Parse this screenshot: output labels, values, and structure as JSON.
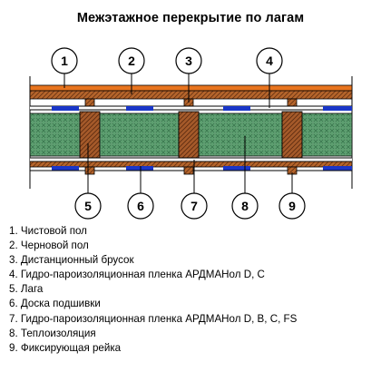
{
  "title": "Межэтажное перекрытие по лагам",
  "callouts_top": [
    "1",
    "2",
    "3",
    "4"
  ],
  "callouts_bottom": [
    "5",
    "6",
    "7",
    "8",
    "9"
  ],
  "legend": [
    "1. Чистовой пол",
    "2. Черновой пол",
    "3. Дистанционный брусок",
    "4. Гидро-пароизоляционная пленка АРДМАНол D, C",
    "5. Лага",
    "6. Доска подшивки",
    "7. Гидро-пароизоляционная пленка АРДМАНол D, B, C, FS",
    "8. Теплоизоляция",
    "9. Фиксирующая рейка"
  ],
  "colors": {
    "finish_floor": "#e8741e",
    "rough_floor": "#b5652b",
    "joist": "#a55a2a",
    "insulation": "#5a9c6e",
    "membrane": "#1a36c8",
    "spacer": "#b5652b"
  }
}
